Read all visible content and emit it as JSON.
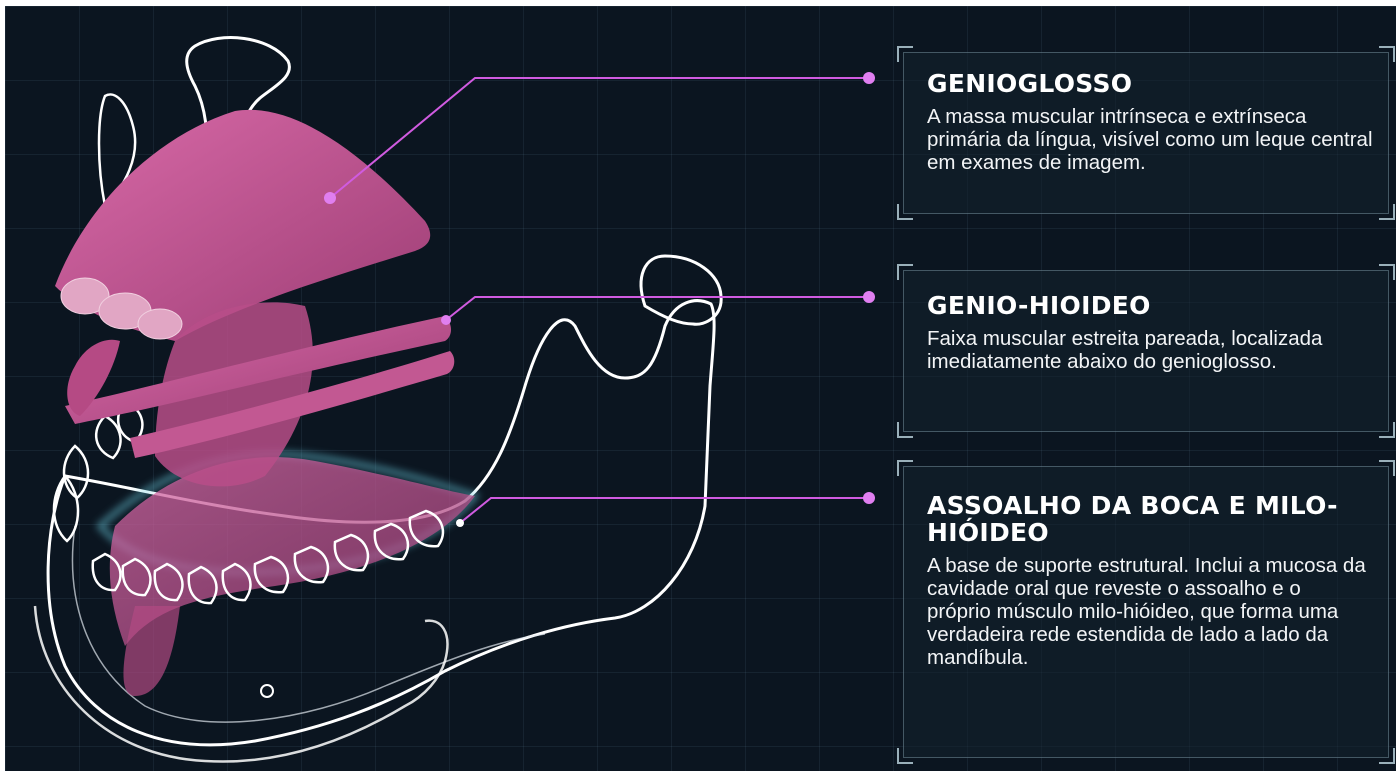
{
  "labels": [
    {
      "title": "GENIOGLOSSO",
      "description": "A massa muscular intrínseca e extrínseca primária da língua, visível como um leque central em exames de imagem."
    },
    {
      "title": "GENIO-HIOIDEO",
      "description": "Faixa muscular estreita pareada, localizada imediatamente abaixo do genioglosso."
    },
    {
      "title": "ASSOALHO DA BOCA E MILO-HIÓIDEO",
      "description": "A base de suporte estrutural. Inclui a mucosa da cavidade oral que reveste o assoalho e o próprio músculo milo-hióideo, que forma uma verdadeira rede estendida de lado a lado da mandíbula."
    }
  ],
  "colors": {
    "background": "#0b1520",
    "muscle": "#c2548f",
    "leader": "#d05be0",
    "bone_outline": "#ffffff",
    "mucosa_glow": "#6fd3e6"
  }
}
